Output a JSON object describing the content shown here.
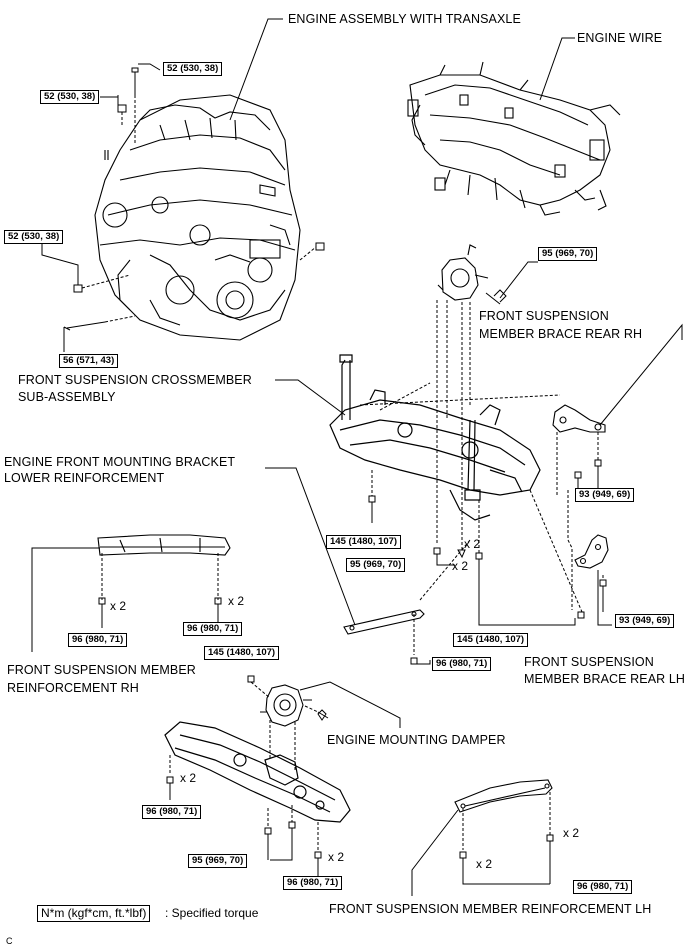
{
  "labels": {
    "engine_assembly": "ENGINE ASSEMBLY WITH TRANSAXLE",
    "engine_wire": "ENGINE WIRE",
    "brace_rear_rh_1": "FRONT SUSPENSION",
    "brace_rear_rh_2": "MEMBER BRACE REAR RH",
    "crossmember_1": "FRONT SUSPENSION CROSSMEMBER",
    "crossmember_2": "SUB-ASSEMBLY",
    "bracket_1": "ENGINE FRONT MOUNTING BRACKET",
    "bracket_2": "LOWER REINFORCEMENT",
    "reinf_rh_1": "FRONT SUSPENSION MEMBER",
    "reinf_rh_2": "REINFORCEMENT RH",
    "brace_rear_lh_1": "FRONT SUSPENSION",
    "brace_rear_lh_2": "MEMBER BRACE REAR LH",
    "damper": "ENGINE MOUNTING DAMPER",
    "reinf_lh": "FRONT SUSPENSION MEMBER REINFORCEMENT LH"
  },
  "torques": {
    "t52a": "52 (530, 38)",
    "t52b": "52 (530, 38)",
    "t52c": "52 (530, 38)",
    "t56": "56 (571, 43)",
    "t95a": "95 (969, 70)",
    "t93a": "93 (949, 69)",
    "t145a": "145 (1480, 107)",
    "t95b": "95 (969, 70)",
    "t96a": "96 (980, 71)",
    "t96b": "96 (980, 71)",
    "t145b": "145 (1480, 107)",
    "t93b": "93 (949, 69)",
    "t145c": "145 (1480, 107)",
    "t96c": "96 (980, 71)",
    "t96d": "96 (980, 71)",
    "t95c": "95 (969, 70)",
    "t96e": "96 (980, 71)",
    "t96f": "96 (980, 71)"
  },
  "quantities": {
    "x2": "x 2"
  },
  "legend": {
    "unit": "N*m (kgf*cm, ft.*lbf)",
    "text": ": Specified torque"
  },
  "code": "C"
}
